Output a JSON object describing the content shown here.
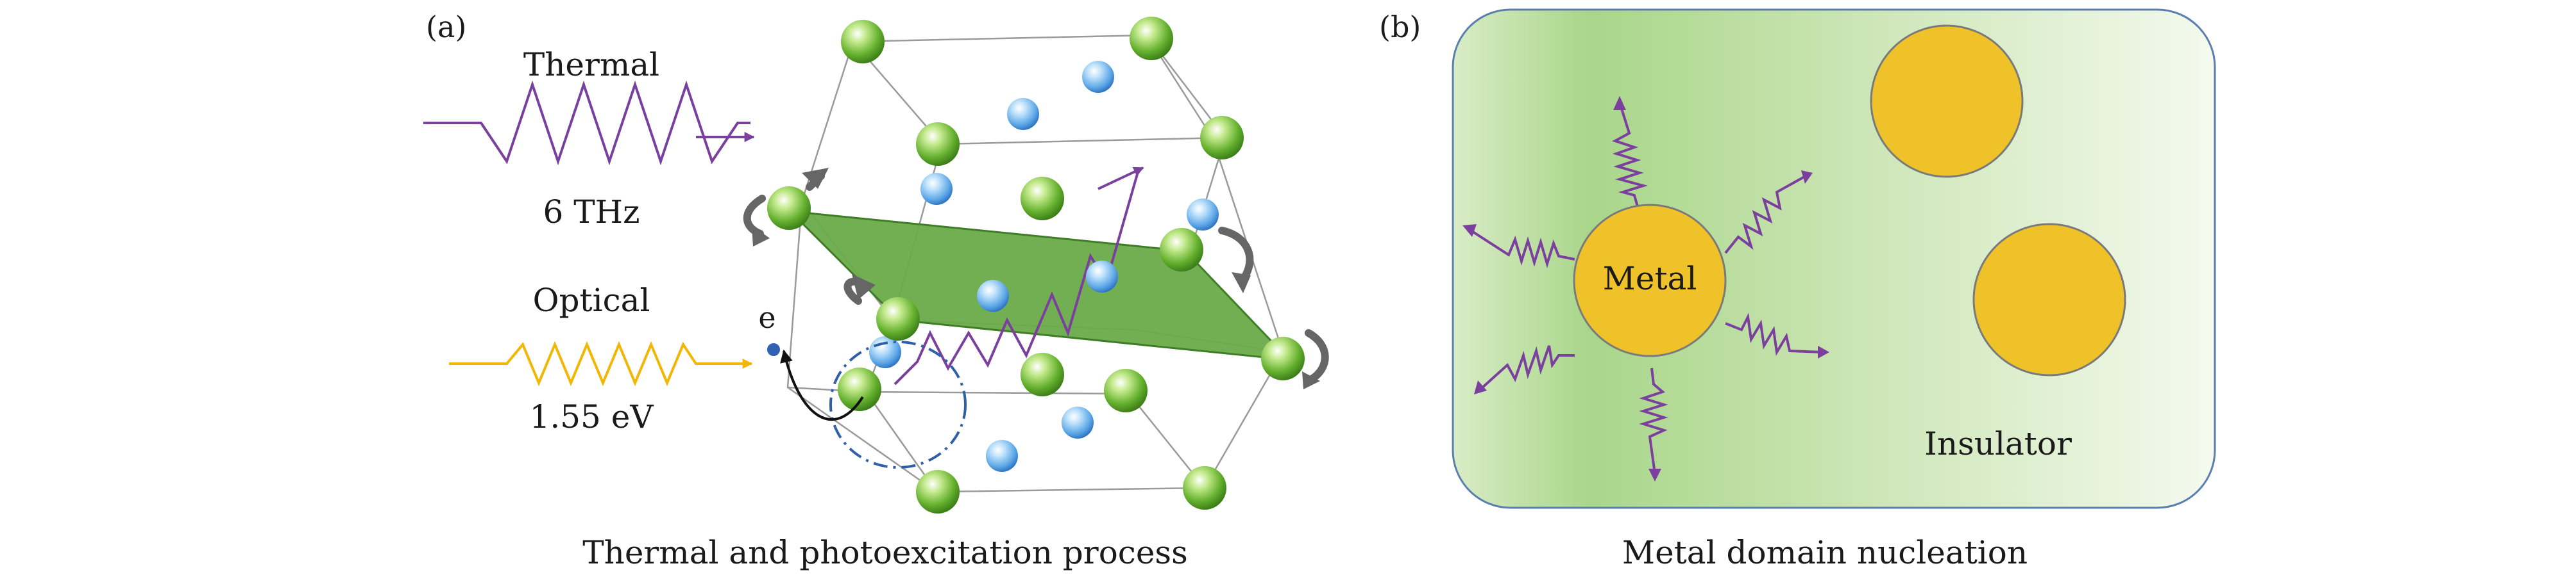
{
  "panel_a": {
    "tag": "(a)",
    "thermal_label": "Thermal",
    "thermal_freq": "6 THz",
    "optical_label": "Optical",
    "optical_energy": "1.55 eV",
    "electron_label": "e",
    "caption": "Thermal and photoexcitation process"
  },
  "panel_b": {
    "tag": "(b)",
    "metal_label": "Metal",
    "insulator_label": "Insulator",
    "caption": "Metal domain nucleation"
  },
  "colors": {
    "thermal_wave": "#7b3f9e",
    "optical_wave": "#f2b705",
    "green_atom": "#6ab23a",
    "blue_atom": "#5ba6e6",
    "plane": "#6aab4a",
    "metal_domain": "#f0c22a",
    "insulator_bg": "#a9d68a",
    "rotation_arrow": "#666666"
  },
  "icons": [
    "atom-green-icon",
    "atom-blue-icon",
    "rotation-arrow-icon",
    "wave-arrow-icon",
    "electron-icon"
  ]
}
